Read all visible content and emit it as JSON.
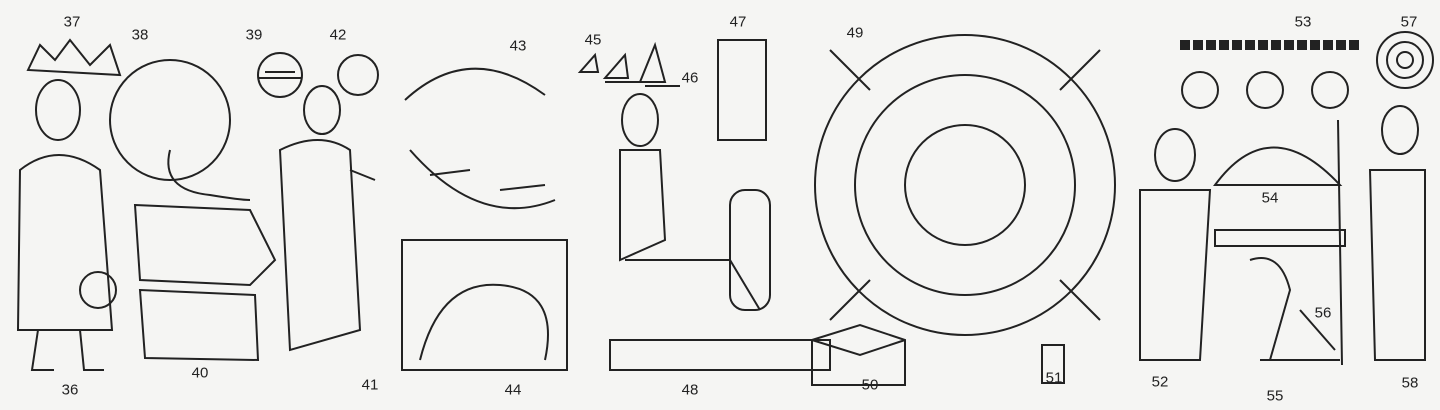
{
  "figure_labels": {
    "f36": "36",
    "f37": "37",
    "f38": "38",
    "f39": "39",
    "f40": "40",
    "f41": "41",
    "f42": "42",
    "f43": "43",
    "f44": "44",
    "f45": "45",
    "f46": "46",
    "f47": "47",
    "f48": "48",
    "f49": "49",
    "f50": "50",
    "f51": "51",
    "f52": "52",
    "f53": "53",
    "f54": "54",
    "f55": "55",
    "f56": "56",
    "f57": "57",
    "f58": "58"
  }
}
